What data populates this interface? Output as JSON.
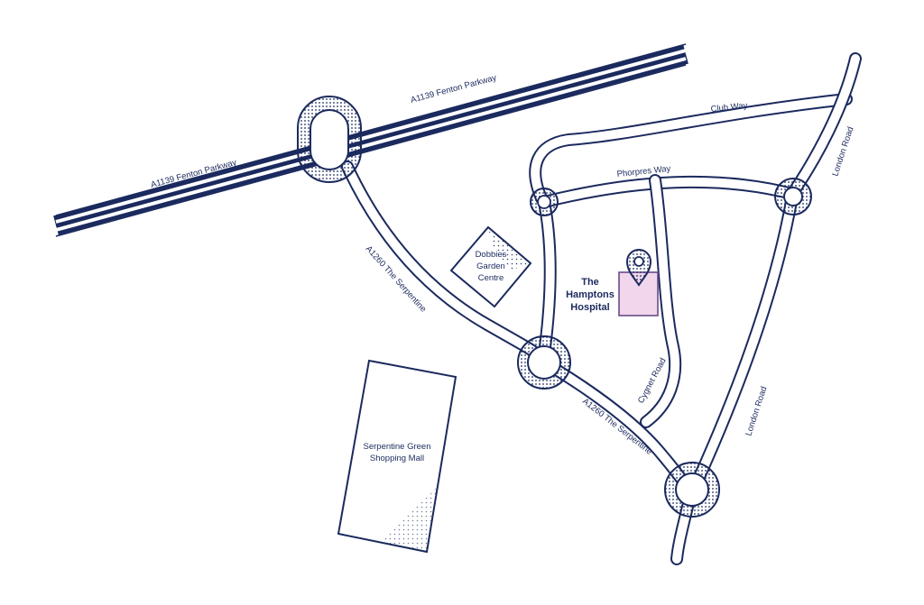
{
  "colors": {
    "ink": "#1b2a5e",
    "paper": "#ffffff",
    "hospital_fill": "#f1d6ec",
    "hospital_stroke": "#6a4a8a"
  },
  "roads": {
    "fenton_parkway_west": "A1139 Fenton Parkway",
    "fenton_parkway_east": "A1139 Fenton Parkway",
    "club_way": "Club Way",
    "phorpres_way": "Phorpres Way",
    "london_road_north": "London Road",
    "london_road_south": "London Road",
    "serpentine_north": "A1260 The Serpentine",
    "serpentine_south": "A1260 The Serpentine",
    "cygnet_road": "Cygnet Road"
  },
  "places": {
    "dobbies": [
      "Dobbies",
      "Garden",
      "Centre"
    ],
    "mall": [
      "Serpentine Green",
      "Shopping Mall"
    ],
    "hospital": [
      "The",
      "Hamptons",
      "Hospital"
    ]
  },
  "icons": {
    "hospital_marker": "map-pin-icon"
  }
}
